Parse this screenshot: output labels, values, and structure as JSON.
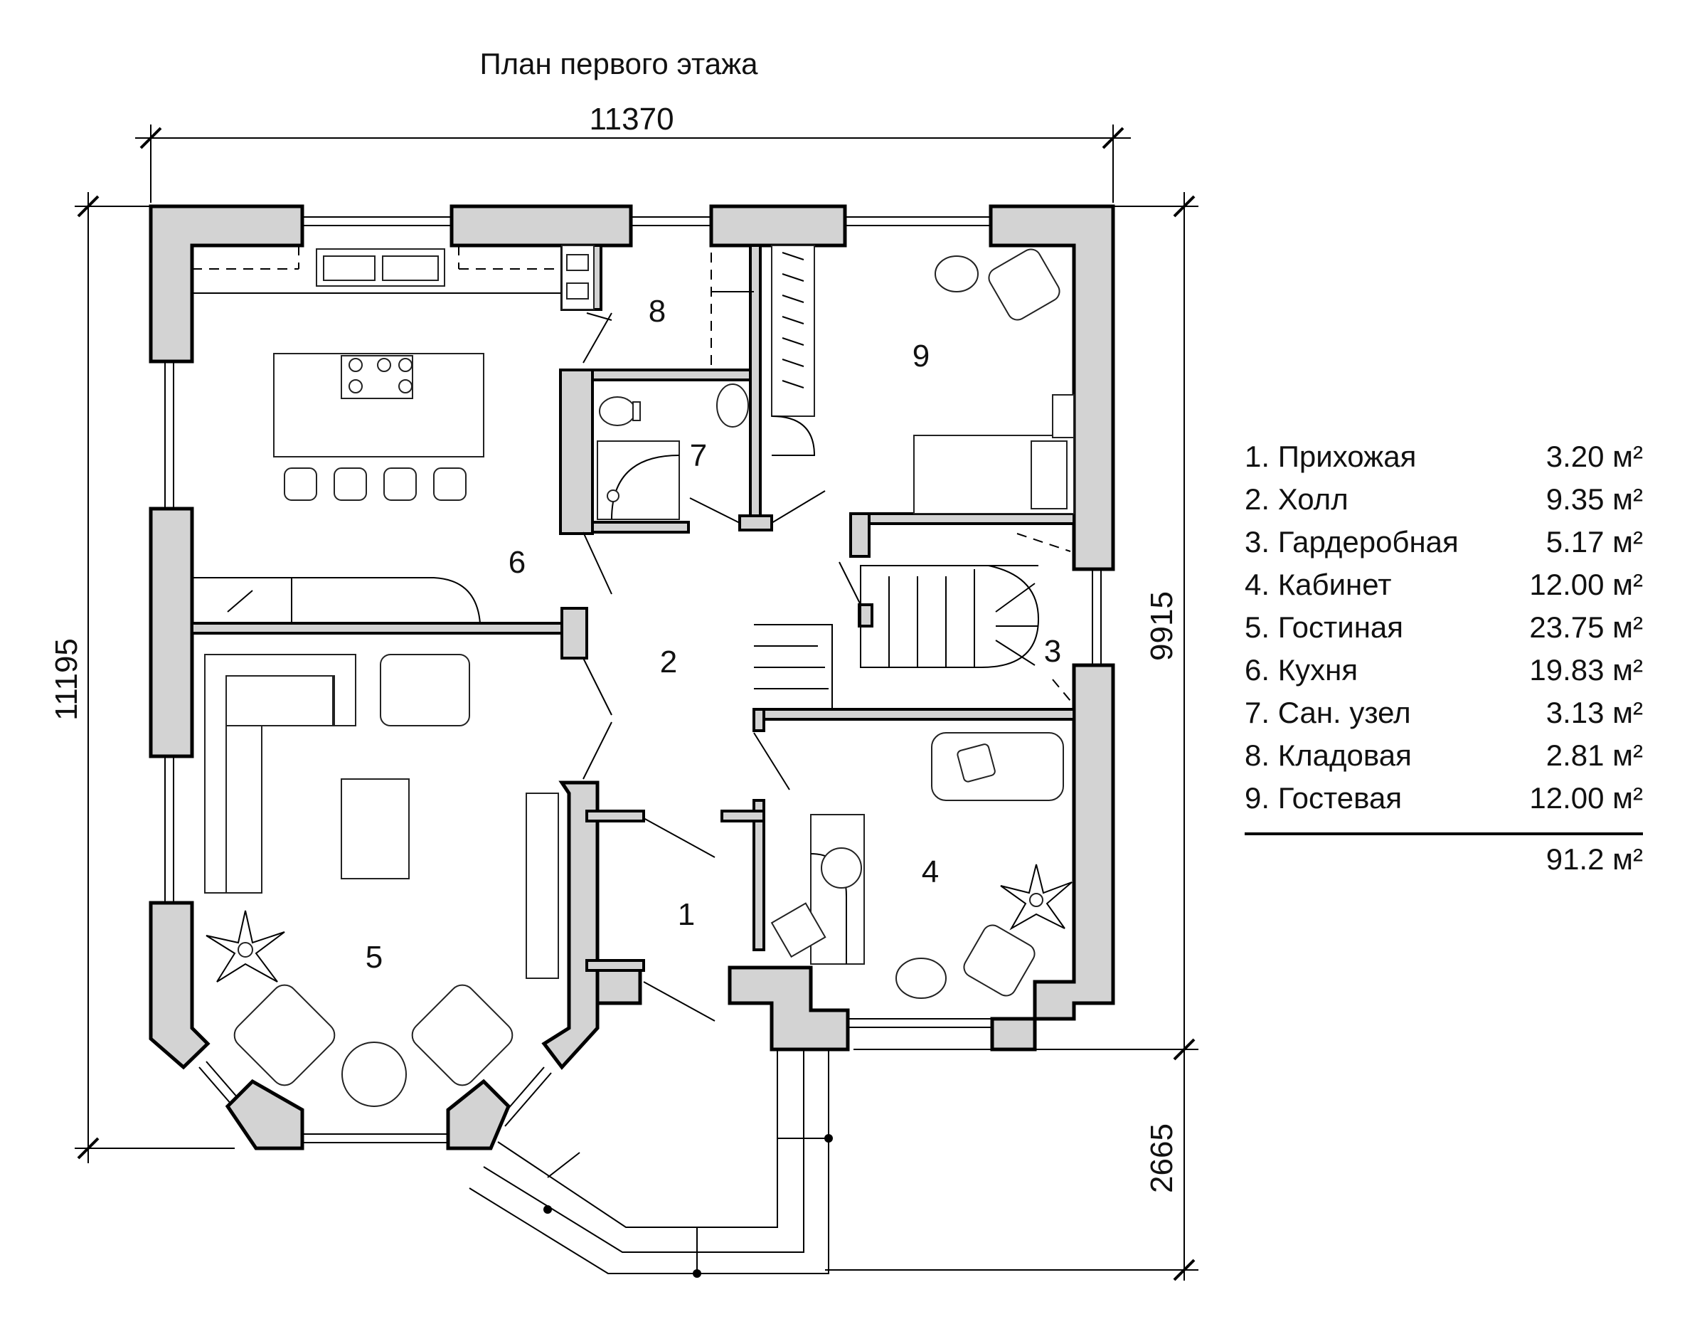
{
  "title": "План первого этажа",
  "dimensions": {
    "top": "11370",
    "left": "11195",
    "right_upper": "9915",
    "right_lower": "2665"
  },
  "rooms": [
    {
      "num": "1",
      "name": "Прихожая",
      "area": "3.20 м²"
    },
    {
      "num": "2",
      "name": "Холл",
      "area": "9.35 м²"
    },
    {
      "num": "3",
      "name": "Гардеробная",
      "area": "5.17 м²"
    },
    {
      "num": "4",
      "name": "Кабинет",
      "area": "12.00 м²"
    },
    {
      "num": "5",
      "name": "Гостиная",
      "area": "23.75 м²"
    },
    {
      "num": "6",
      "name": "Кухня",
      "area": "19.83 м²"
    },
    {
      "num": "7",
      "name": "Сан. узел",
      "area": "3.13 м²"
    },
    {
      "num": "8",
      "name": "Кладовая",
      "area": "2.81 м²"
    },
    {
      "num": "9",
      "name": "Гостевая",
      "area": "12.00 м²"
    }
  ],
  "total_area": "91.2 м²"
}
